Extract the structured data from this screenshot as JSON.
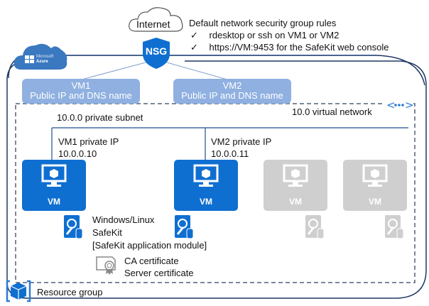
{
  "internet": {
    "label": "Internet"
  },
  "nsg": {
    "label": "NSG"
  },
  "azure": {
    "line1": "Microsoft",
    "line2": "Azure"
  },
  "rules": {
    "title": "Default network security group rules",
    "items": [
      {
        "check": "✓",
        "text": "rdesktop or ssh on VM1 or VM2"
      },
      {
        "check": "✓",
        "text": "https://VM:9453 for the SafeKit web console"
      }
    ]
  },
  "public_ips": [
    {
      "name": "VM1",
      "label": "Public IP and DNS name"
    },
    {
      "name": "VM2",
      "label": "Public IP and DNS name"
    }
  ],
  "vnet": {
    "label": "10.0 virtual network"
  },
  "subnet": {
    "label": "10.0.0 private subnet"
  },
  "private_ips": [
    {
      "title": "VM1 private IP",
      "ip": "10.0.0.10"
    },
    {
      "title": "VM2 private IP",
      "ip": "10.0.0.11"
    }
  ],
  "vms": [
    {
      "label": "VM",
      "state": "active"
    },
    {
      "label": "VM",
      "state": "active"
    },
    {
      "label": "VM",
      "state": "inactive"
    },
    {
      "label": "VM",
      "state": "inactive"
    }
  ],
  "software": {
    "line1": "Windows/Linux",
    "line2": "SafeKit",
    "line3": "[SafeKit application module]"
  },
  "certificates": {
    "line1": "CA certificate",
    "line2": "Server certificate"
  },
  "resource_group": {
    "label": "Resource group"
  },
  "colors": {
    "azure_blue": "#0f6fd1",
    "public_ip_box": "#8fb0e0",
    "border_navy": "#1f3864",
    "inactive_gray": "#cfcfcf"
  }
}
